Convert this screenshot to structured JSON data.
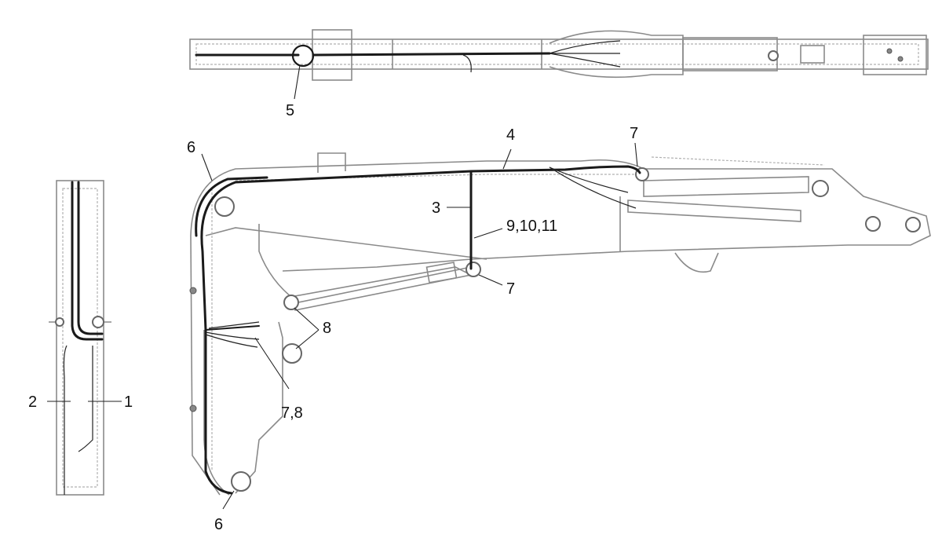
{
  "callouts": {
    "c1": "1",
    "c2": "2",
    "c3": "3",
    "c4": "4",
    "c5": "5",
    "c6_top": "6",
    "c6_bottom": "6",
    "c7_top": "7",
    "c7_mid": "7",
    "c7_8": "7,8",
    "c8": "8",
    "c9_10_11": "9,10,11"
  }
}
